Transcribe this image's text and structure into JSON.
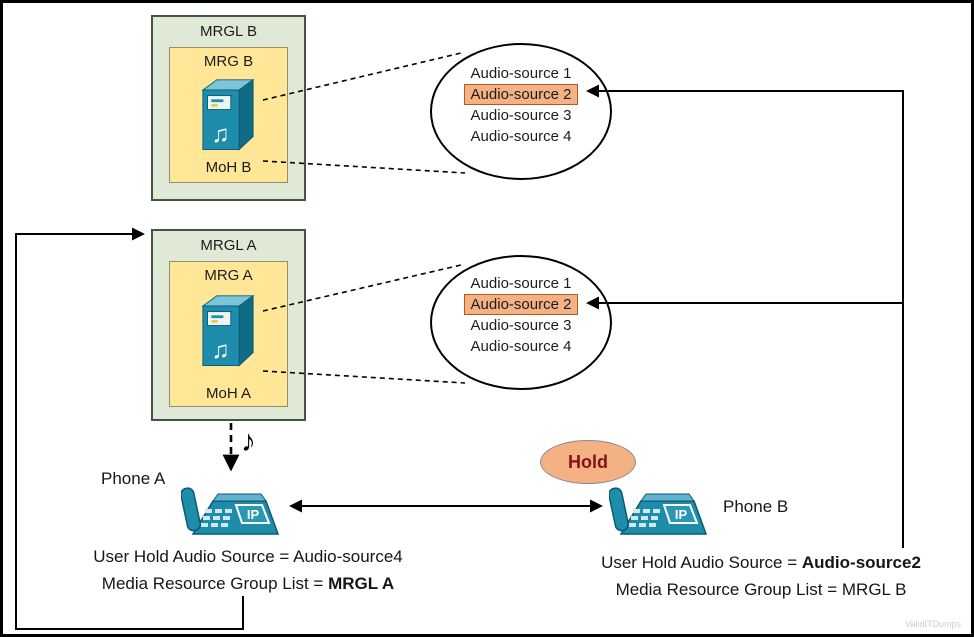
{
  "colors": {
    "group_fill": "#dfe9d5",
    "mrg_fill": "#ffe797",
    "highlight_fill": "#f4b183",
    "teal": "#1e8cab",
    "hold_text": "#801515"
  },
  "groups": {
    "b": {
      "mrgl_label": "MRGL B",
      "mrg_label": "MRG B",
      "moh_label": "MoH B"
    },
    "a": {
      "mrgl_label": "MRGL A",
      "mrg_label": "MRG A",
      "moh_label": "MoH A"
    }
  },
  "lists": {
    "top": {
      "items": [
        "Audio-source 1",
        "Audio-source 2",
        "Audio-source 3",
        "Audio-source 4"
      ]
    },
    "middle": {
      "items": [
        "Audio-source 1",
        "Audio-source 2",
        "Audio-source 3",
        "Audio-source 4"
      ]
    }
  },
  "phones": {
    "a_label": "Phone A",
    "b_label": "Phone B",
    "screen_text": "IP"
  },
  "hold_label": "Hold",
  "icons": {
    "music_note_icon": "♫",
    "eighth_note_icon": "♪"
  },
  "captions": {
    "a": {
      "line1_prefix": "User Hold Audio Source = ",
      "line1_value": "Audio-source4",
      "line2_prefix": "Media Resource Group List = ",
      "line2_value": "MRGL A"
    },
    "b": {
      "line1_prefix": "User Hold Audio Source = ",
      "line1_value": "Audio-source2",
      "line2_prefix": "Media Resource Group List = ",
      "line2_value": "MRGL B"
    }
  },
  "watermark": "ValidITDumps"
}
